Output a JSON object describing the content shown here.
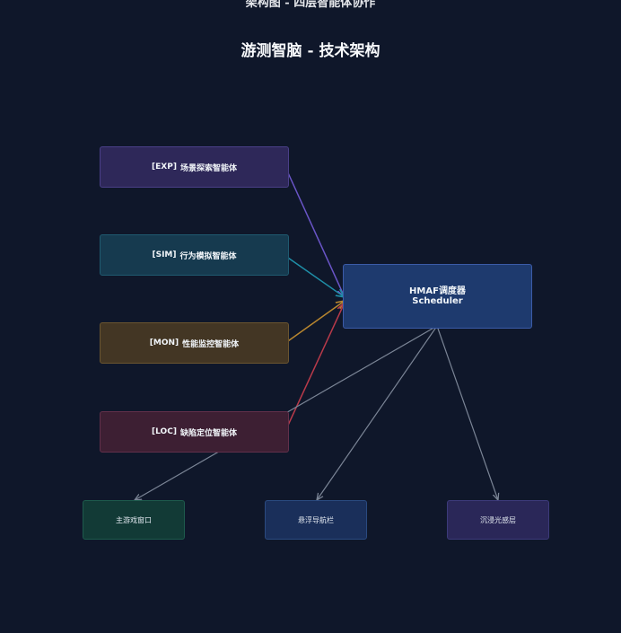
{
  "header": {
    "cut_title": "架构图 - 四层智能体协作",
    "title": "游测智脑 - 技术架构"
  },
  "agents": [
    {
      "tag": "[EXP]",
      "name": "场景探索智能体",
      "bg": "#2e2859",
      "border": "#4a3f88",
      "edge": "#6a55c8"
    },
    {
      "tag": "[SIM]",
      "name": "行为模拟智能体",
      "bg": "#163a4f",
      "border": "#1f5a70",
      "edge": "#1f8fa8"
    },
    {
      "tag": "[MON]",
      "name": "性能监控智能体",
      "bg": "#433624",
      "border": "#6a5530",
      "edge": "#b8862f"
    },
    {
      "tag": "[LOC]",
      "name": "缺陷定位智能体",
      "bg": "#3d1f33",
      "border": "#62304a",
      "edge": "#b83a4a"
    }
  ],
  "scheduler": {
    "line1": "HMAF调度器",
    "line2": "Scheduler"
  },
  "outputs": [
    {
      "label": "主游戏窗口",
      "bg": "#123a36",
      "border": "#1d5a4c"
    },
    {
      "label": "悬浮导航栏",
      "bg": "#1a2f5a",
      "border": "#2a4a80"
    },
    {
      "label": "沉浸光感层",
      "bg": "#2a2758",
      "border": "#3c3a7a"
    }
  ],
  "colors": {
    "background": "#0f172a",
    "output_edge": "#7b8596"
  }
}
